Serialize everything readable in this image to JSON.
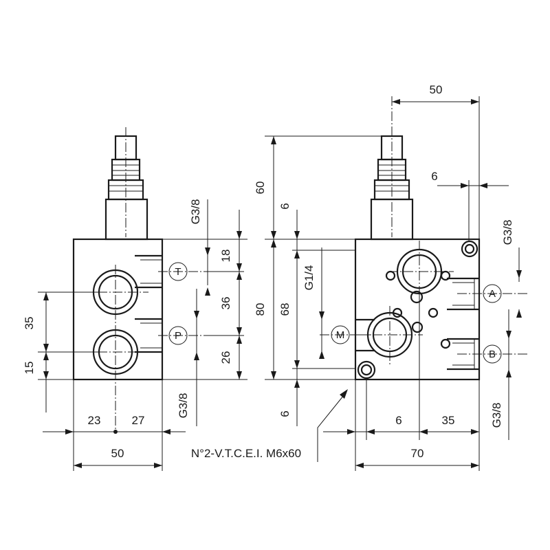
{
  "front_view": {
    "ports": {
      "t": "T",
      "p": "P"
    },
    "dims": {
      "d35": "35",
      "d15": "15",
      "d23": "23",
      "d27": "27",
      "d50": "50",
      "d18": "18",
      "d36": "36",
      "d26": "26",
      "g38_top": "G3/8",
      "g38_bottom": "G3/8"
    }
  },
  "side_view": {
    "ports": {
      "a": "A",
      "b": "B",
      "m": "M"
    },
    "dims": {
      "d50_top": "50",
      "d6_top": "6",
      "d60": "60",
      "d6_left": "6",
      "d80": "80",
      "d68": "68",
      "g14": "G1/4",
      "d6_bottom": "6",
      "d6_right": "6",
      "d35": "35",
      "d70": "70",
      "g38_top": "G3/8",
      "g38_bottom": "G3/8"
    }
  },
  "note": "N°2-V.T.C.E.I. M6x60"
}
